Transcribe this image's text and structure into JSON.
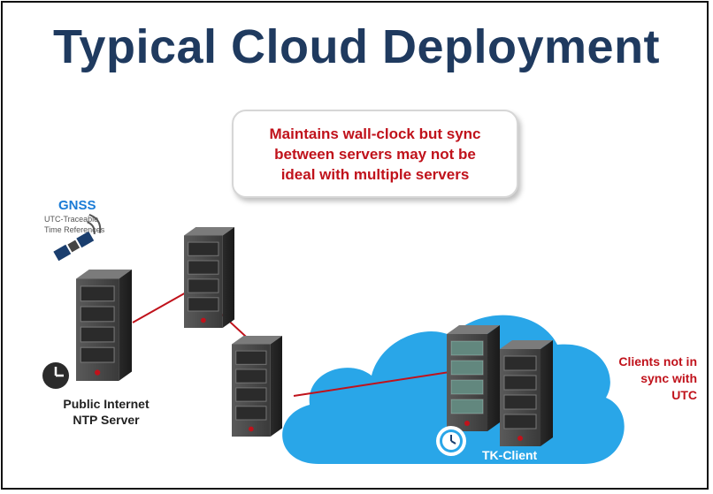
{
  "title": "Typical Cloud Deployment",
  "callout": "Maintains wall-clock but sync\nbetween servers may not be\nideal with multiple servers",
  "gnss": {
    "title": "GNSS",
    "subtitle": "UTC-Traceable\nTime References"
  },
  "ntp_server_label": "Public Internet\nNTP Server",
  "clients_label": "Clients not in\nsync with\nUTC",
  "tk_client_label": "TK-Client",
  "colors": {
    "title": "#1f3a5f",
    "red_text": "#c0121b",
    "gnss_blue": "#1a7bd6",
    "cloud": "#29a6e8",
    "link": "#c0121b"
  },
  "icons": [
    "satellite-icon",
    "clock-icon",
    "server-rack-icon",
    "cloud-icon",
    "stopwatch-icon"
  ]
}
